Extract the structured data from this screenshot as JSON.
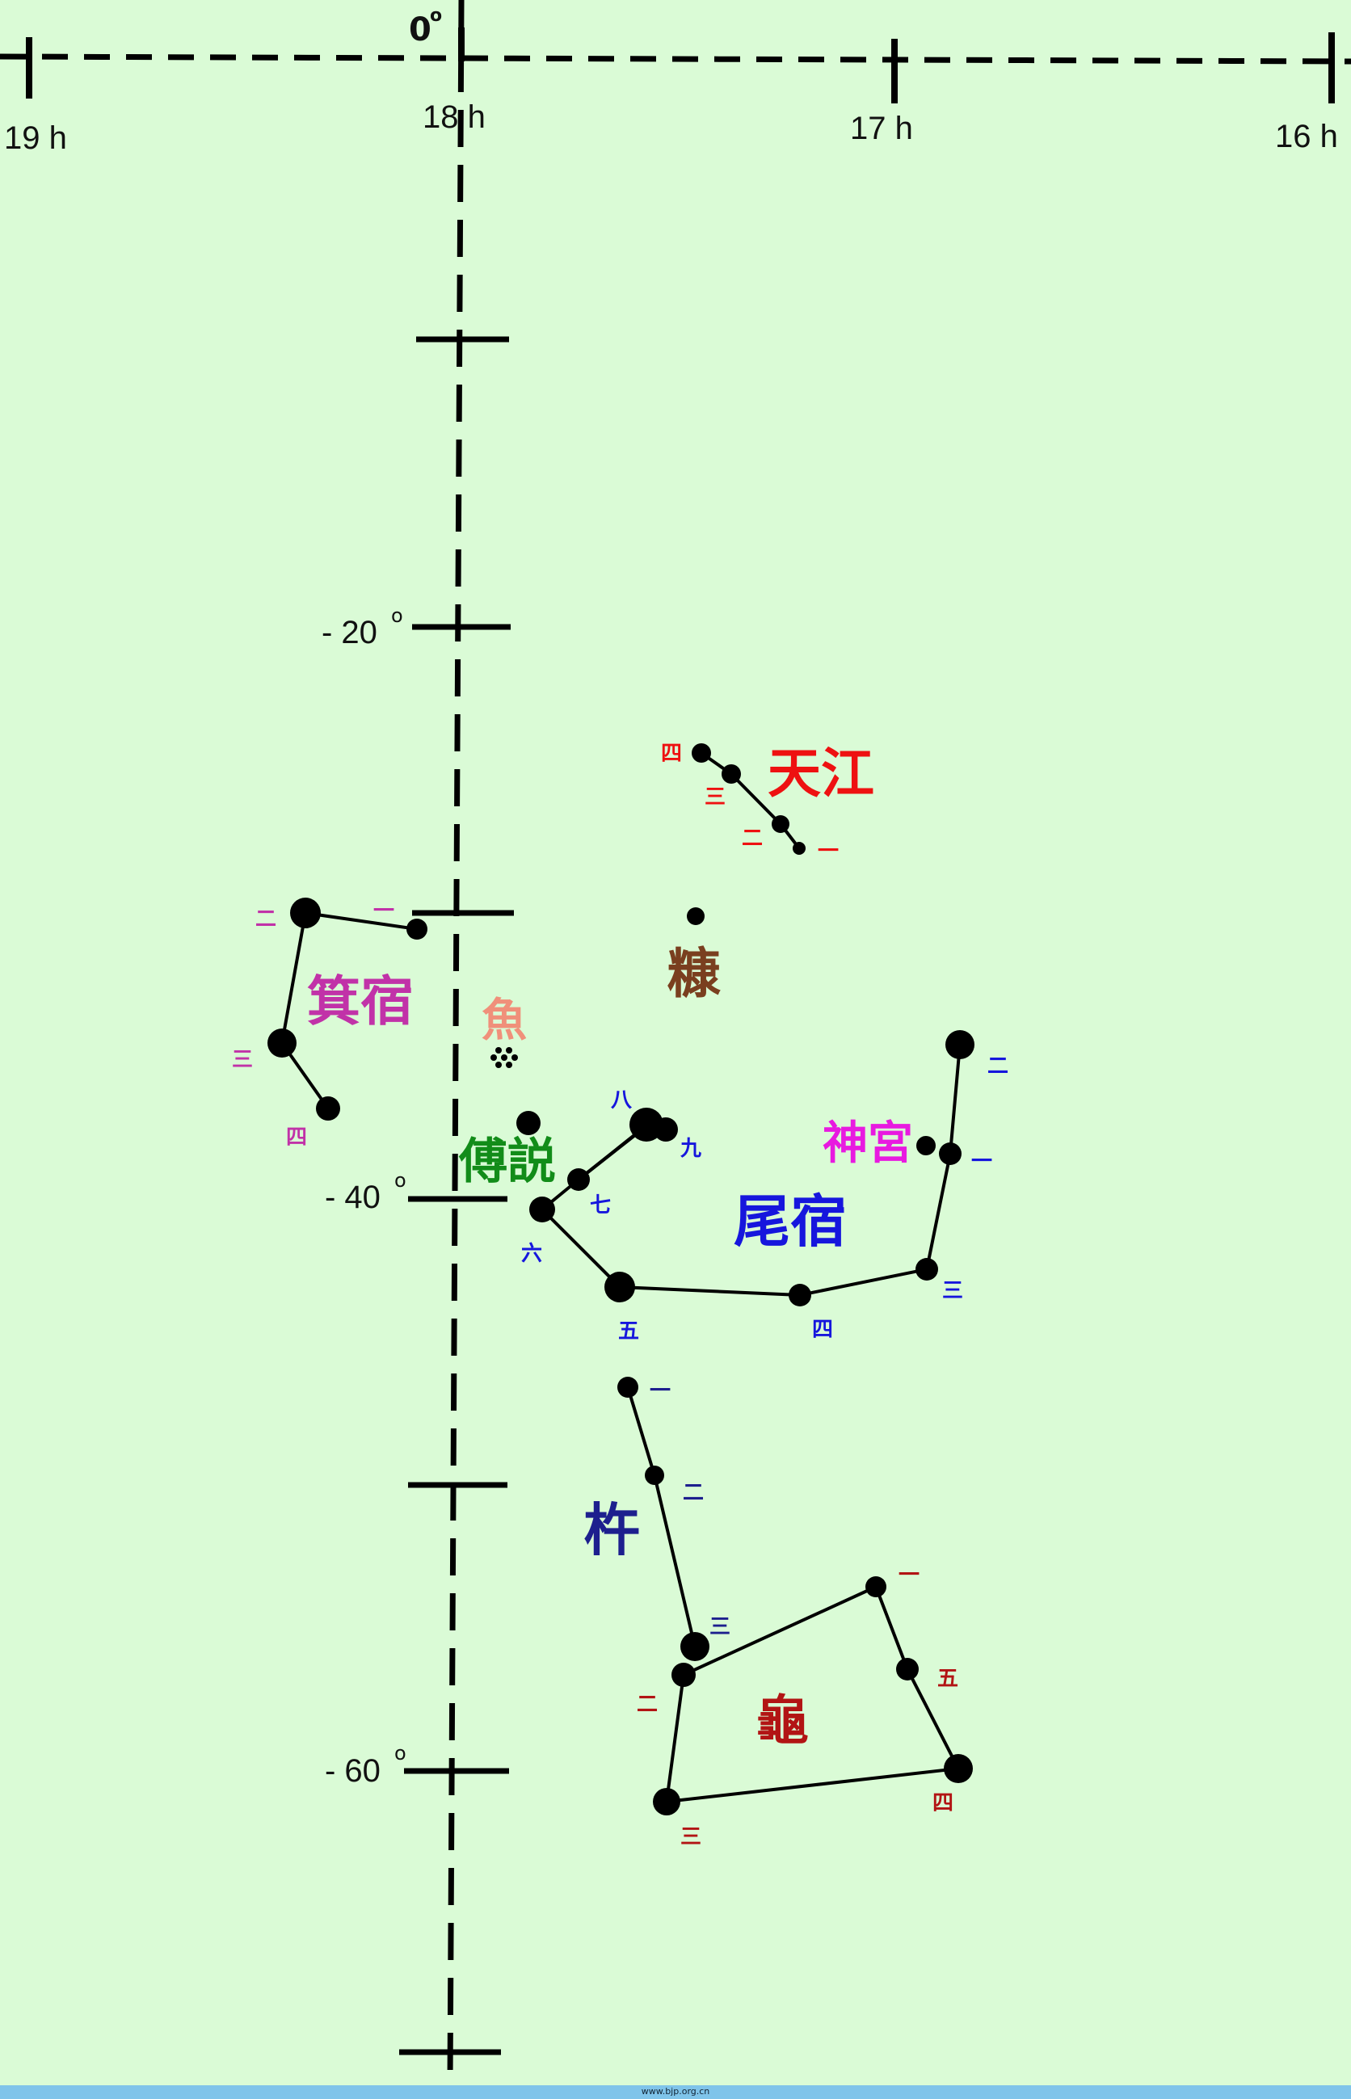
{
  "axes": {
    "top_zero": "0",
    "ra_labels": [
      "19 h",
      "18 h",
      "17 h",
      "16 h"
    ],
    "dec_labels": [
      "- 20",
      "- 40",
      "- 60"
    ],
    "degree_mark": "o"
  },
  "constellations": {
    "tianjiang": {
      "name": "天江",
      "color": "#ee1111",
      "stars": [
        "一",
        "二",
        "三",
        "四"
      ]
    },
    "kang": {
      "name": "糠",
      "color": "#7a3f1f"
    },
    "ji": {
      "name": "箕宿",
      "color": "#c132a8",
      "stars": [
        "一",
        "二",
        "三",
        "四"
      ]
    },
    "yu": {
      "name": "魚",
      "color": "#f0907a"
    },
    "fuyue": {
      "name": "傅説",
      "color": "#128c19"
    },
    "shengong": {
      "name": "神宮",
      "color": "#e81ae0"
    },
    "wei": {
      "name": "尾宿",
      "color": "#1616dd",
      "stars": [
        "一",
        "二",
        "三",
        "四",
        "五",
        "六",
        "七",
        "八",
        "九"
      ]
    },
    "chu": {
      "name": "杵",
      "color": "#1d1f8e",
      "stars": [
        "一",
        "二",
        "三"
      ]
    },
    "gui": {
      "name": "龜",
      "color": "#b21414",
      "stars": [
        "一",
        "二",
        "三",
        "四",
        "五"
      ]
    }
  },
  "footer": {
    "text": "www.bjp.org.cn"
  }
}
